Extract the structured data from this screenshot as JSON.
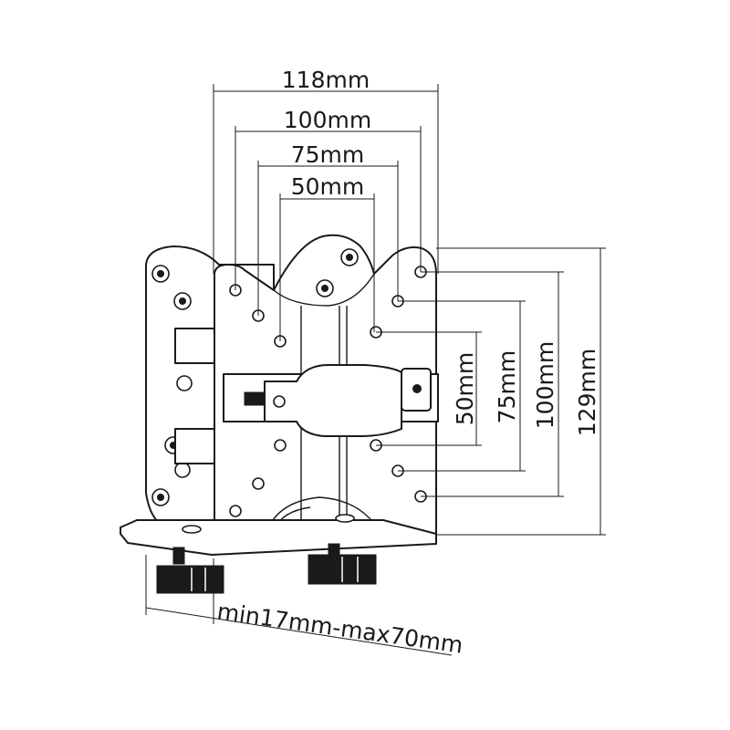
{
  "dimensions": {
    "width_118": "118mm",
    "width_100": "100mm",
    "width_75": "75mm",
    "width_50": "50mm",
    "height_50": "50mm",
    "height_75": "75mm",
    "height_100": "100mm",
    "height_129": "129mm",
    "clamp_range": "min17mm-max70mm"
  },
  "colors": {
    "line": "#1a1a1a",
    "background": "#ffffff"
  }
}
